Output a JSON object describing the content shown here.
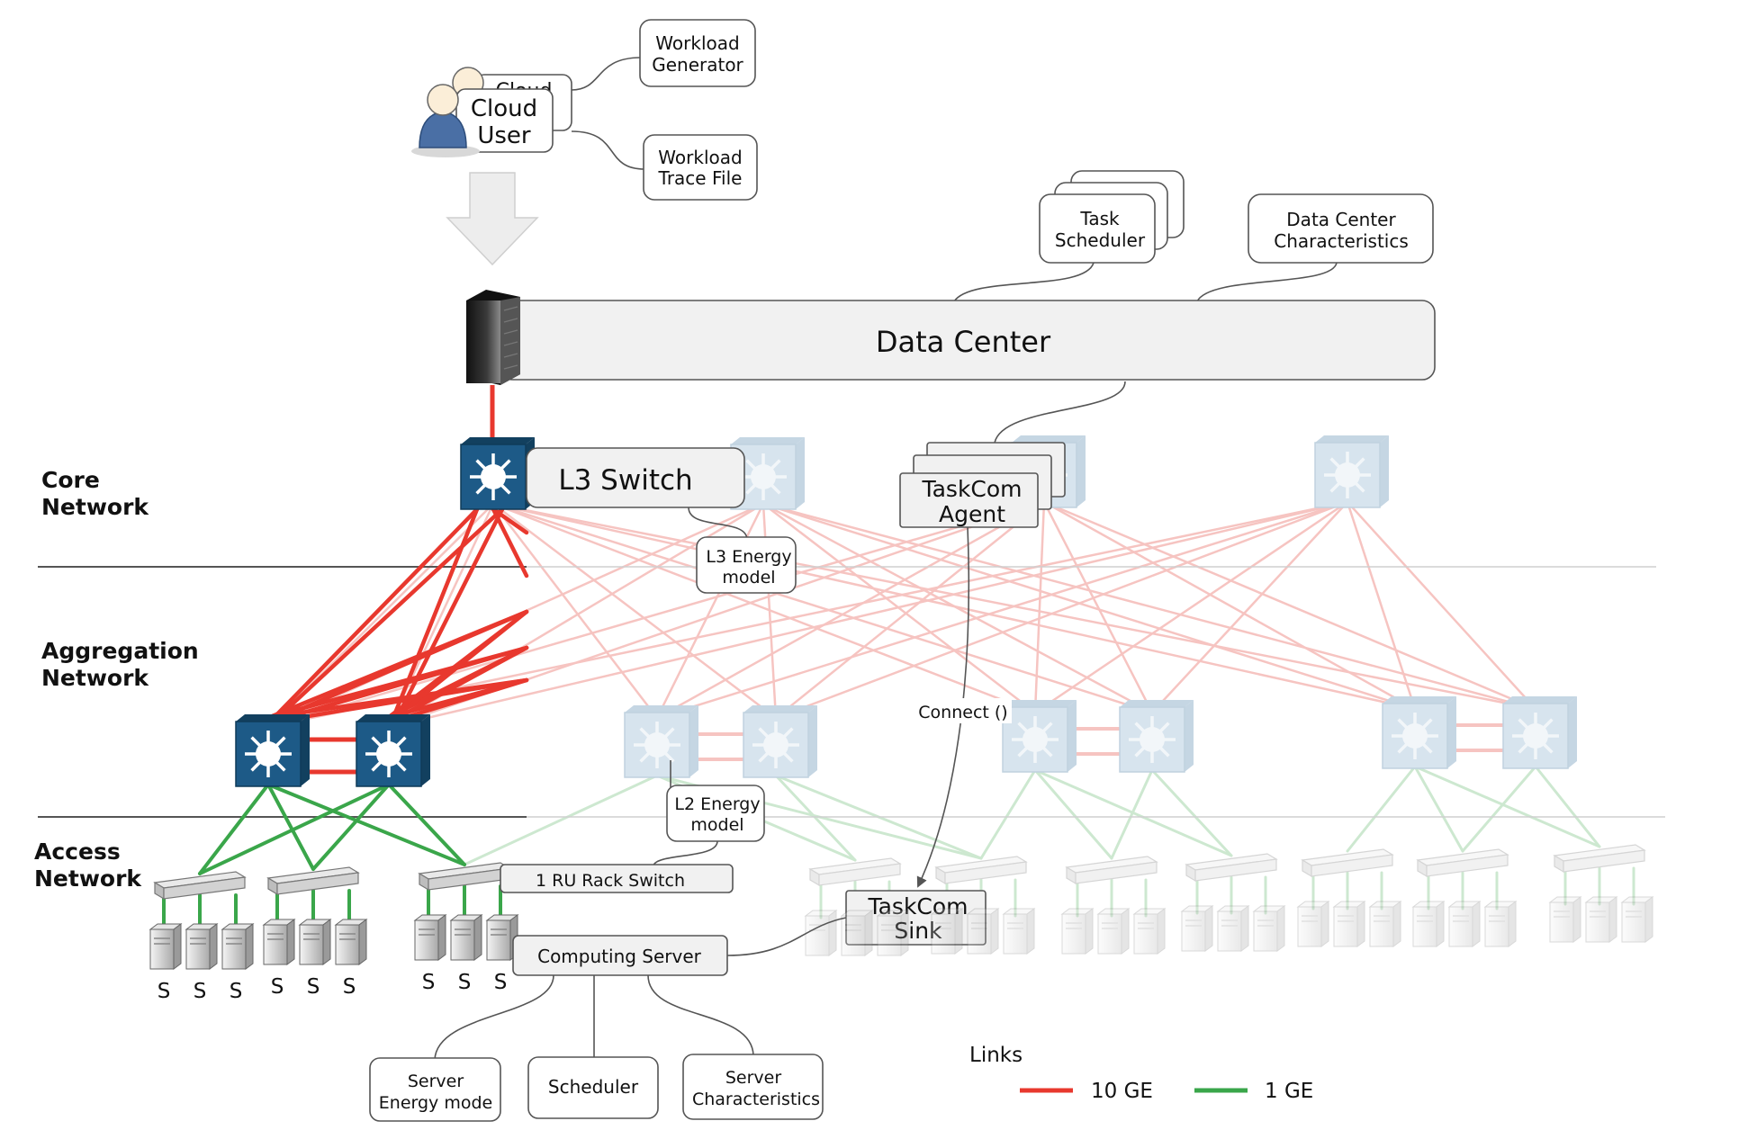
{
  "cloud_user": {
    "back_label": "Cloud",
    "label_line1": "Cloud",
    "label_line2": "User"
  },
  "workload_generator": {
    "line1": "Workload",
    "line2": "Generator"
  },
  "workload_trace_file": {
    "line1": "Workload",
    "line2": "Trace File"
  },
  "task_scheduler": {
    "line1": "Task",
    "line2": "Scheduler"
  },
  "dc_characteristics": {
    "line1": "Data Center",
    "line2": "Characteristics"
  },
  "data_center": {
    "label": "Data Center"
  },
  "layers": {
    "core": {
      "line1": "Core",
      "line2": "Network"
    },
    "aggregation": {
      "line1": "Aggregation",
      "line2": "Network"
    },
    "access": {
      "line1": "Access",
      "line2": "Network"
    }
  },
  "l3_switch": {
    "label": "L3 Switch"
  },
  "l3_energy": {
    "line1": "L3 Energy",
    "line2": "model"
  },
  "l2_energy": {
    "line1": "L2 Energy",
    "line2": "model"
  },
  "taskcom_agent": {
    "line1": "TaskCom",
    "line2": "Agent"
  },
  "connect_label": "Connect ()",
  "taskcom_sink": {
    "line1": "TaskCom",
    "line2": "Sink"
  },
  "rack_switch": {
    "label": "1 RU Rack Switch"
  },
  "computing_server": {
    "label": "Computing Server"
  },
  "server_energy": {
    "line1": "Server",
    "line2": "Energy mode"
  },
  "scheduler": {
    "label": "Scheduler"
  },
  "server_characteristics": {
    "line1": "Server",
    "line2": "Characteristics"
  },
  "server_label": "S",
  "legend": {
    "title": "Links",
    "items": [
      {
        "label": "10 GE",
        "color": "#e8382e"
      },
      {
        "label": "1 GE",
        "color": "#3aa64a"
      }
    ]
  },
  "colors": {
    "core_link": "#e8382e",
    "core_link_faded": "#f6c4c1",
    "access_link": "#3aa64a",
    "access_link_faded": "#cde8d0",
    "switch_fill": "#1d5a87",
    "switch_fill_faded": "#d7e4ee"
  }
}
